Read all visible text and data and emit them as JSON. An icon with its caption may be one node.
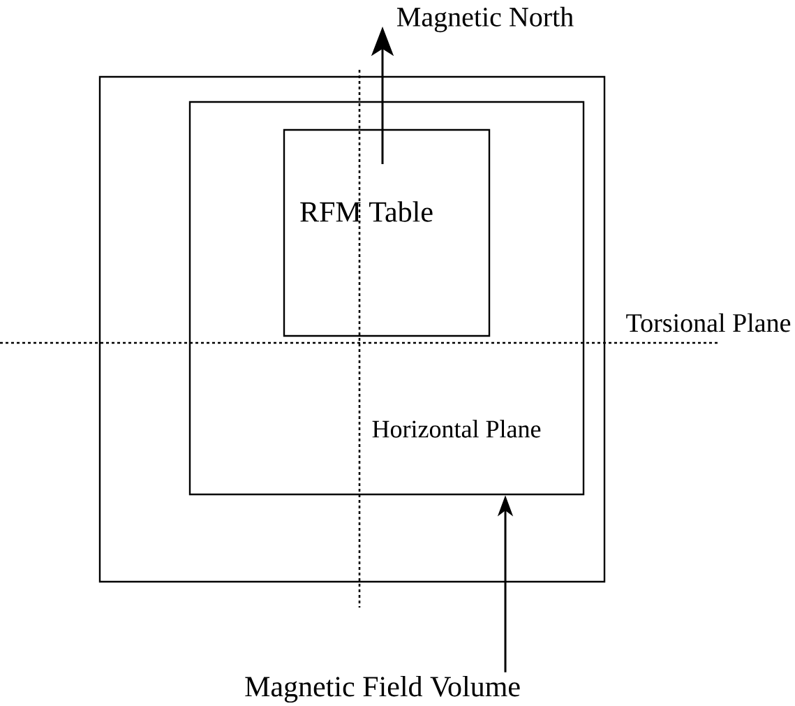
{
  "diagram": {
    "nodes": [
      {
        "text": [],
        "shape": "box"
      },
      {
        "text": [
          "Horizontal Plane"
        ],
        "in": 0
      },
      {
        "text": [
          "RFM Table"
        ],
        "in": 1
      },
      {
        "text": [
          "Magnetic Field Volume"
        ]
      }
    ],
    "edges": [
      {
        "from": 3,
        "to": 1,
        "arrow": "to"
      }
    ],
    "labels": [
      "Magnetic North",
      "Torsional Plane"
    ]
  }
}
